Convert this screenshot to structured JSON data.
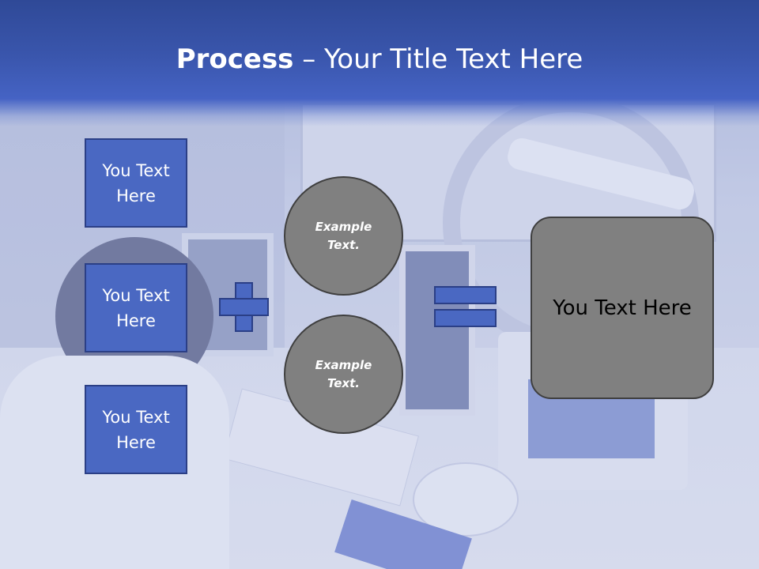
{
  "header": {
    "title_bold": "Process",
    "title_rest": " – Your Title Text Here"
  },
  "left_boxes": [
    {
      "label": "You Text\nHere"
    },
    {
      "label": "You Text\nHere"
    },
    {
      "label": "You Text\nHere"
    }
  ],
  "circles": [
    {
      "label": "Example\nText."
    },
    {
      "label": "Example\nText."
    }
  ],
  "result": {
    "label": "You Text Here"
  },
  "colors": {
    "header_blue": "#3a56ad",
    "box_blue": "#4a68c2",
    "box_border": "#2b3f86",
    "shape_gray": "#808080"
  },
  "icons": [
    "plus-icon",
    "equals-icon"
  ]
}
